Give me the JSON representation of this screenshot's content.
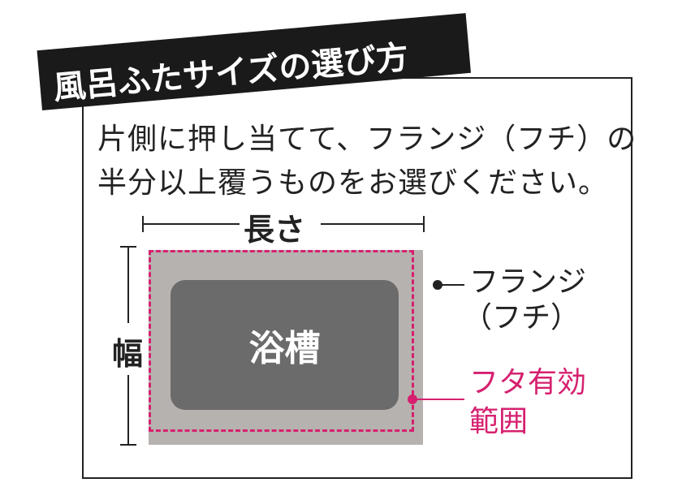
{
  "title": "風呂ふたサイズの選び方",
  "instructions": [
    "片側に押し当てて、フランジ（フチ）の",
    "半分以上覆うものをお選びください。"
  ],
  "diagram": {
    "length_label": "長さ",
    "width_label": "幅",
    "tub_label": "浴槽",
    "flange_label_line1": "フランジ",
    "flange_label_line2": "（フチ）",
    "cover_area_line1": "フタ有効",
    "cover_area_line2": "範囲"
  },
  "colors": {
    "accent": "#d6206f",
    "flange": "#b6b2af",
    "tub": "#6c6b6b",
    "banner": "#1a1a1a"
  }
}
